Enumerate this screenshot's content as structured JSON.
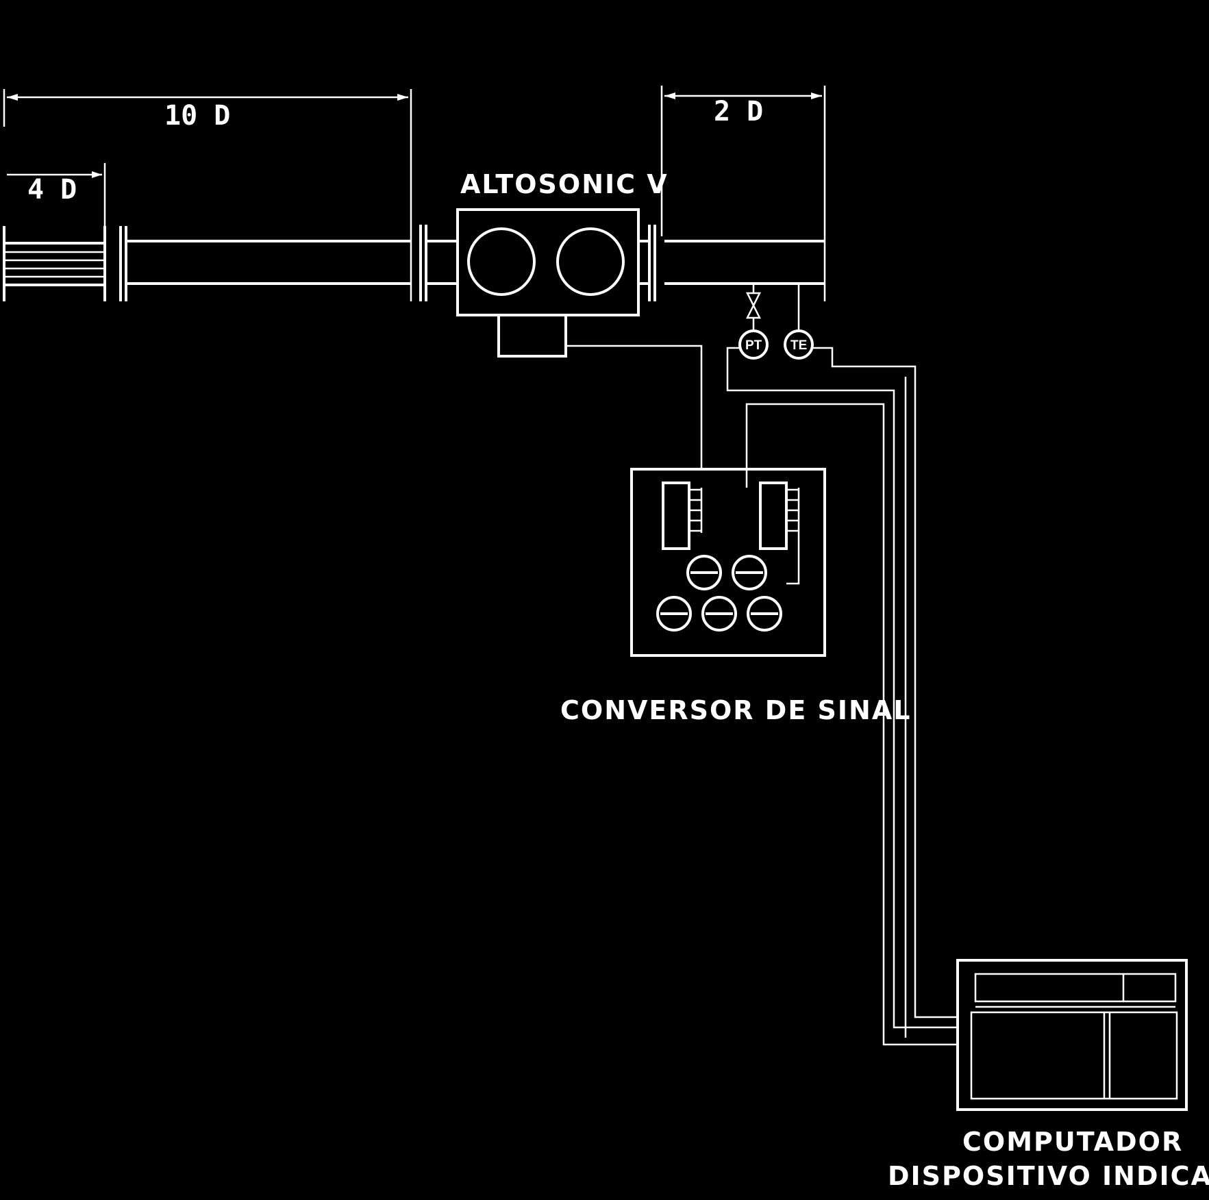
{
  "colors": {
    "background": "#000000",
    "line": "#ffffff"
  },
  "dimensions": {
    "d10": "10 D",
    "d2": "2 D",
    "d4": "4 D"
  },
  "labels": {
    "meter": "ALTOSONIC V",
    "converter": "CONVERSOR DE SINAL",
    "computer_line1": "COMPUTADOR",
    "computer_line2": "DISPOSITIVO INDICADOR"
  },
  "instruments": {
    "pressure": "PT",
    "temperature": "TE"
  },
  "icons": [
    "flow-straightener-icon",
    "ultrasonic-transducer-icon",
    "valve-icon",
    "gauge-icon",
    "computer-icon"
  ]
}
